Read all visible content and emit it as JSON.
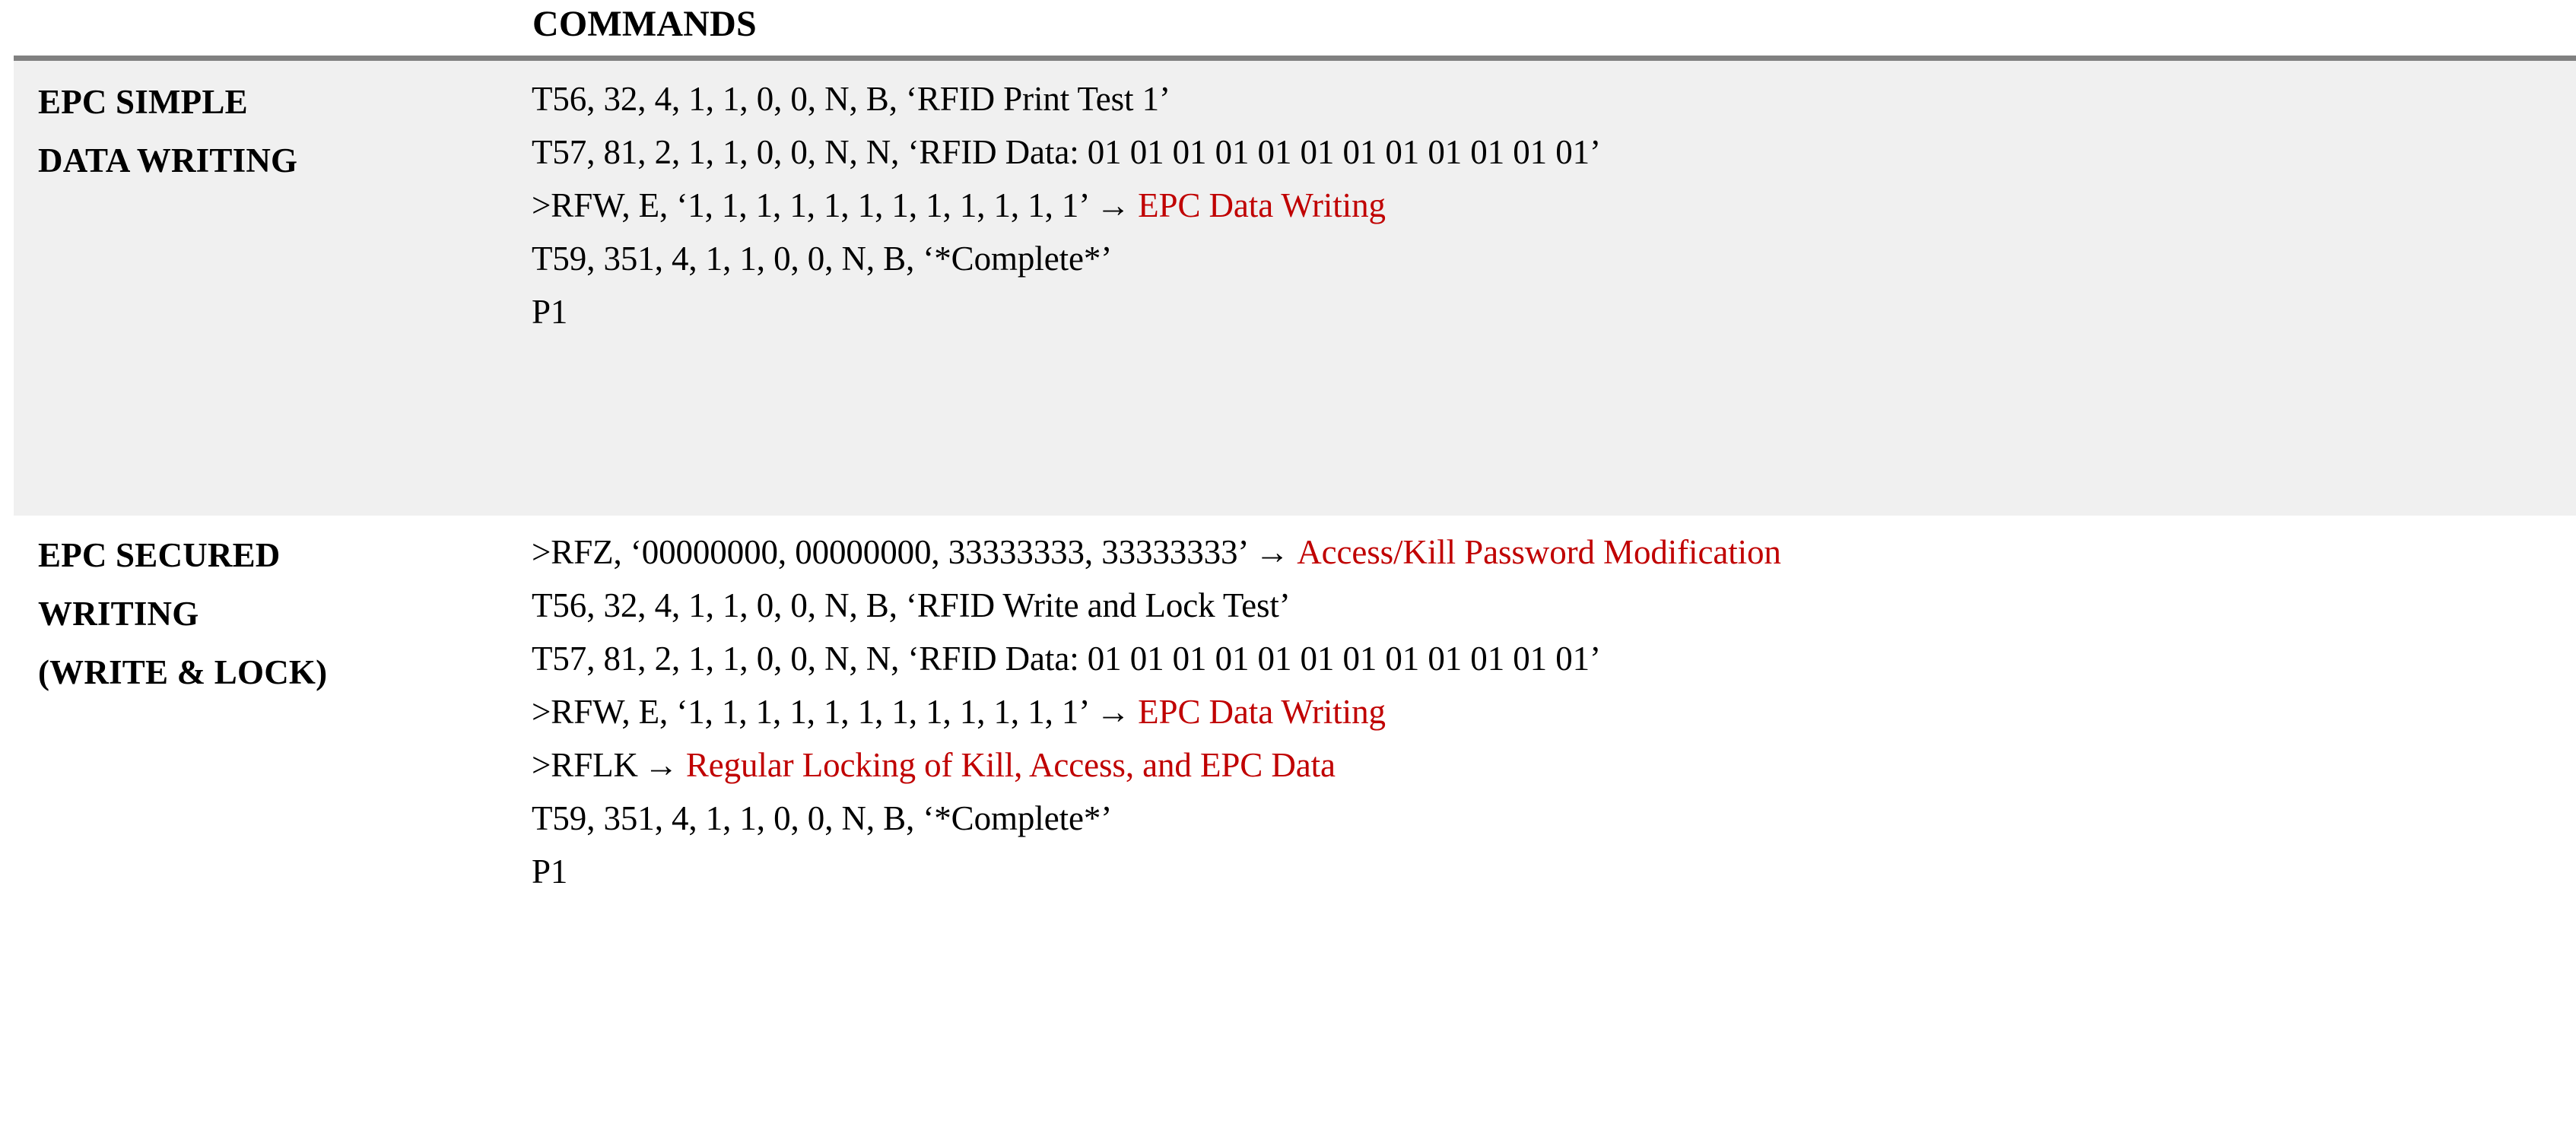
{
  "table": {
    "header": {
      "commands_label": "COMMANDS"
    },
    "colors": {
      "annotation_red": "#C00000",
      "rule_gray": "#808080",
      "shaded_row_bg": "#F0F0F0",
      "page_bg": "#FFFFFF"
    },
    "rows": [
      {
        "id": "epc-simple-data-writing",
        "shaded": true,
        "label_lines": [
          "EPC SIMPLE",
          "DATA WRITING"
        ],
        "commands": [
          {
            "code": "T56, 32, 4, 1, 1, 0, 0, N, B, ‘RFID Print Test 1’",
            "arrow": "",
            "annotation": ""
          },
          {
            "code": "T57, 81, 2, 1, 1, 0, 0, N, N, ‘RFID Data: 01 01 01 01 01 01 01 01 01 01 01 01’",
            "arrow": "",
            "annotation": ""
          },
          {
            "code": ">RFW, E, ‘1, 1, 1, 1, 1, 1, 1, 1, 1, 1, 1, 1’",
            "arrow": "→",
            "annotation": "EPC Data Writing"
          },
          {
            "code": "T59, 351, 4, 1, 1, 0, 0, N, B, ‘*Complete*’",
            "arrow": "",
            "annotation": ""
          },
          {
            "code": "P1",
            "arrow": "",
            "annotation": ""
          }
        ]
      },
      {
        "id": "epc-secured-writing",
        "shaded": false,
        "label_lines": [
          "EPC SECURED",
          "WRITING",
          "(WRITE & LOCK)"
        ],
        "commands": [
          {
            "code": ">RFZ, ‘00000000, 00000000, 33333333, 33333333’",
            "arrow": "→",
            "annotation": "Access/Kill Password Modification"
          },
          {
            "code": "T56, 32, 4, 1, 1, 0, 0, N, B, ‘RFID Write and Lock Test’",
            "arrow": "",
            "annotation": ""
          },
          {
            "code": "T57, 81, 2, 1, 1, 0, 0, N, N, ‘RFID Data: 01 01 01 01 01 01 01 01 01 01 01 01’",
            "arrow": "",
            "annotation": ""
          },
          {
            "code": ">RFW, E, ‘1, 1, 1, 1, 1, 1, 1, 1, 1, 1, 1, 1’",
            "arrow": "→",
            "annotation": "EPC Data Writing"
          },
          {
            "code": ">RFLK",
            "arrow": "→",
            "annotation": "Regular Locking of Kill, Access, and EPC Data"
          },
          {
            "code": "T59, 351, 4, 1, 1, 0, 0, N, B, ‘*Complete*’",
            "arrow": "",
            "annotation": ""
          },
          {
            "code": "P1",
            "arrow": "",
            "annotation": ""
          }
        ]
      }
    ]
  }
}
